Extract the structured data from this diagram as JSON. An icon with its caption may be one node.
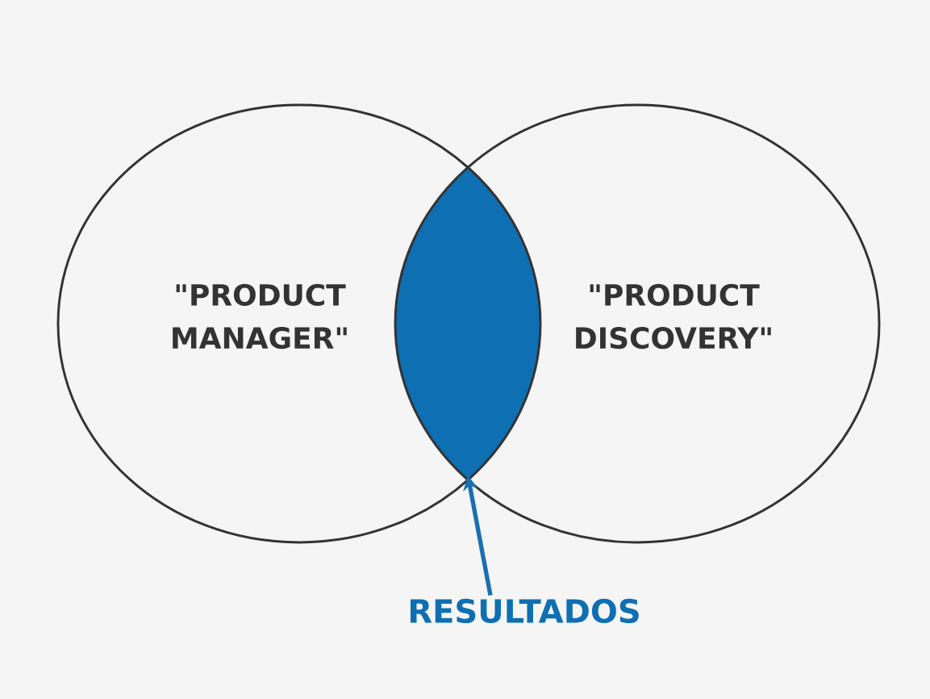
{
  "diagram": {
    "nodes": [
      {
        "text": [
          "\"PRODUCT MANAGER\""
        ]
      },
      {
        "text": [
          "\"PRODUCT DISCOVERY\""
        ]
      },
      {
        "text": [],
        "shape": "lens"
      },
      {
        "text": [
          "RESULTADOS"
        ]
      }
    ],
    "edges": [
      {
        "from": 3,
        "to": 2,
        "arrow": "to",
        "color": "#1a6fb0"
      }
    ]
  }
}
